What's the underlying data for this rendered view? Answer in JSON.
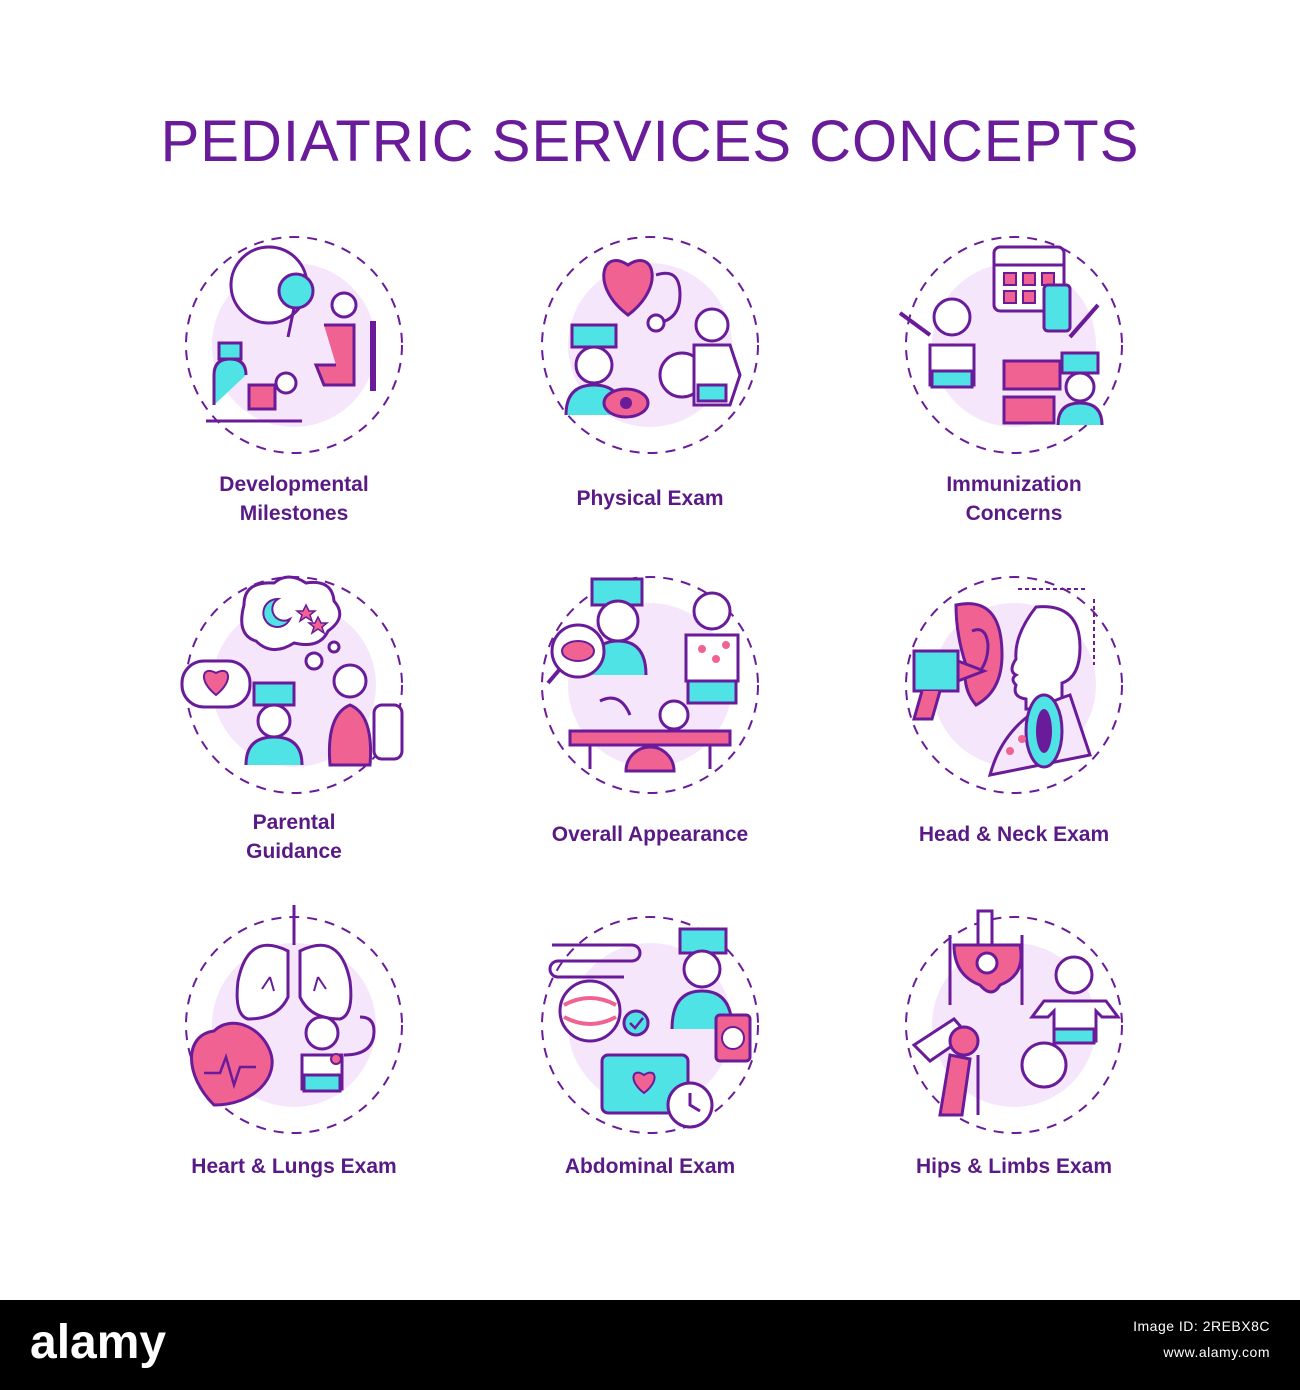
{
  "title": "PEDIATRIC SERVICES CONCEPTS",
  "colors": {
    "title": "#6a1b9a",
    "outline": "#6a1b9a",
    "pink": "#f06292",
    "cyan": "#4fe3e6",
    "lavender": "#f5e6fb"
  },
  "concepts": [
    {
      "label_line1": "Developmental",
      "label_line2": "Milestones",
      "icon": "developmental-milestones-icon"
    },
    {
      "label_line1": "Physical Exam",
      "label_line2": "",
      "icon": "physical-exam-icon"
    },
    {
      "label_line1": "Immunization",
      "label_line2": "Concerns",
      "icon": "immunization-concerns-icon"
    },
    {
      "label_line1": "Parental",
      "label_line2": "Guidance",
      "icon": "parental-guidance-icon"
    },
    {
      "label_line1": "Overall Appearance",
      "label_line2": "",
      "icon": "overall-appearance-icon"
    },
    {
      "label_line1": "Head & Neck Exam",
      "label_line2": "",
      "icon": "head-neck-exam-icon"
    },
    {
      "label_line1": "Heart & Lungs Exam",
      "label_line2": "",
      "icon": "heart-lungs-exam-icon"
    },
    {
      "label_line1": "Abdominal Exam",
      "label_line2": "",
      "icon": "abdominal-exam-icon"
    },
    {
      "label_line1": "Hips & Limbs Exam",
      "label_line2": "",
      "icon": "hips-limbs-exam-icon"
    }
  ],
  "footer": {
    "brand": "alamy",
    "image_id": "Image ID: 2REBX8C",
    "url": "www.alamy.com"
  }
}
